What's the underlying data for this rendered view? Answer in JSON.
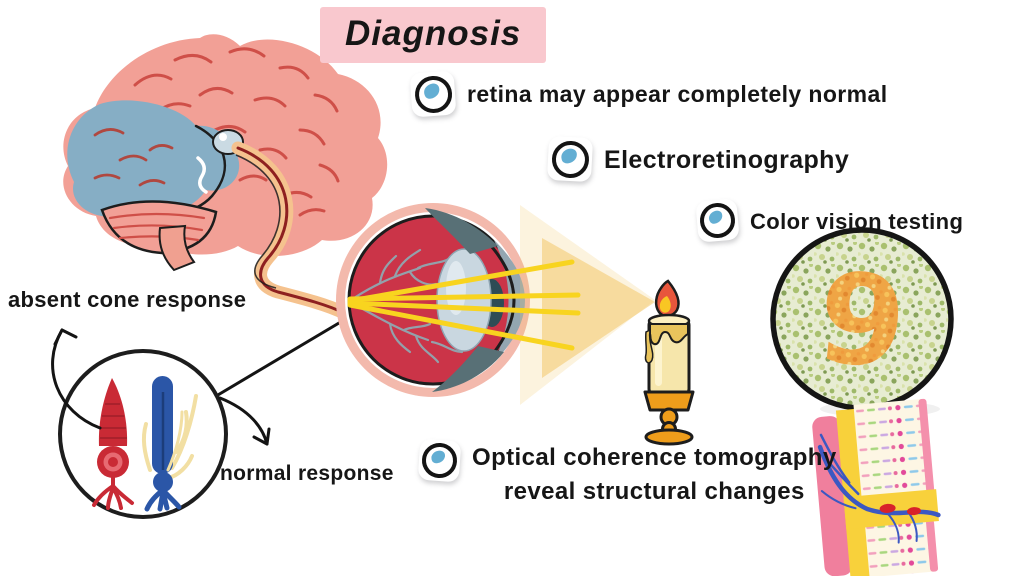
{
  "title": "Diagnosis",
  "bullets": [
    {
      "label": "retina may appear completely normal"
    },
    {
      "label": "Electroretinography"
    },
    {
      "label": "Color vision testing"
    },
    {
      "label": "Optical coherence tomography",
      "label_line2": "reveal structural changes"
    }
  ],
  "annotations": {
    "absent_cone": "absent cone response",
    "normal": "normal response"
  },
  "ishihara_digit": "9",
  "colors": {
    "title_highlight": "#f9c8ce",
    "ray_yellow": "#f8d41f",
    "iris_blue": "#63aed3",
    "cone_cell_red": "#c92a35",
    "rod_cell_blue": "#2b56a7",
    "ishihara_digit_orange": "#efa545",
    "brain_pink": "#f2a096",
    "visual_cortex_blue": "#86aec5",
    "eye_interior_red": "#cb3448"
  }
}
